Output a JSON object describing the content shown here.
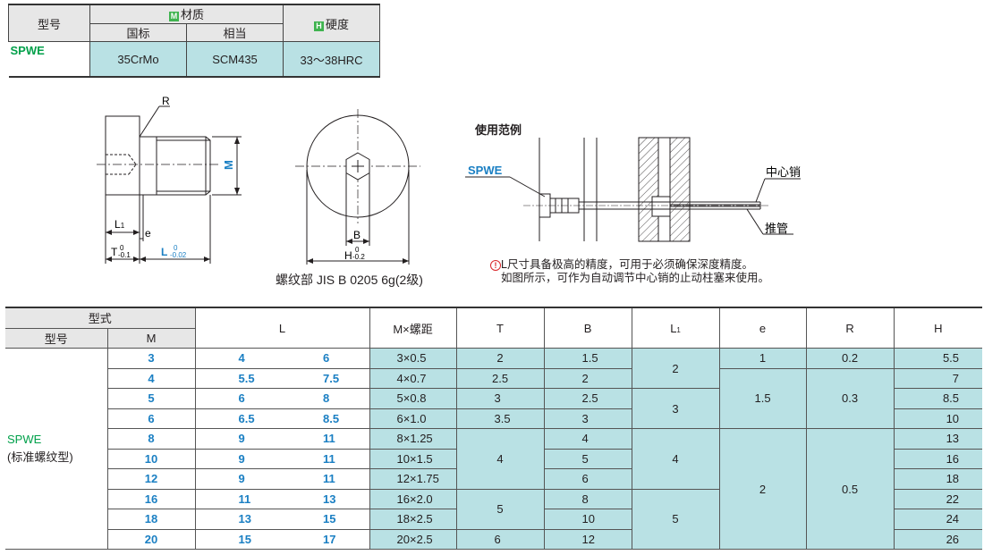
{
  "material_table": {
    "header_model": "型号",
    "material_badge": "M",
    "header_material": "材质",
    "header_gb": "国标",
    "header_equiv": "相当",
    "hardness_badge": "H",
    "header_hardness": "硬度",
    "model": "SPWE",
    "gb_value": "35CrMo",
    "equiv_value": "SCM435",
    "hardness_value": "33～38HRC"
  },
  "drawing": {
    "label_R": "R",
    "label_M": "M",
    "label_L1": "L",
    "label_L1_sub": "1",
    "label_e": "e",
    "label_T": "T",
    "T_tol_upper": "0",
    "T_tol_lower": "-0.1",
    "label_L": "L",
    "L_tol_upper": "0",
    "L_tol_lower": "-0.02",
    "label_B": "B",
    "label_H": "H",
    "H_tol_upper": "0",
    "H_tol_lower": "-0.2",
    "thread_note": "螺纹部 JIS B 0205 6g(2级)"
  },
  "usage": {
    "title": "使用范例",
    "part_label": "SPWE",
    "center_pin": "中心销",
    "push_tube": "推管",
    "note_line1": "L尺寸具备极高的精度，可用于必须确保深度精度。",
    "note_line2": "如图所示，可作为自动调节中心销的止动柱塞来使用。",
    "note_icon": "!"
  },
  "spec_table": {
    "header_type": "型式",
    "header_model": "型号",
    "header_M": "M",
    "header_L": "L",
    "header_pitch": "M×螺距",
    "header_T": "T",
    "header_B": "B",
    "header_L1": "L",
    "header_L1_sub": "1",
    "header_e": "e",
    "header_R": "R",
    "header_H": "H",
    "model_name": "SPWE",
    "model_sub": "(标准螺纹型)",
    "rows": [
      {
        "M": "3",
        "L1": "4",
        "L2": "6",
        "pitch": "3×0.5",
        "B": "1.5",
        "H": "5.5"
      },
      {
        "M": "4",
        "L1": "5.5",
        "L2": "7.5",
        "pitch": "4×0.7",
        "B": "2",
        "H": "7"
      },
      {
        "M": "5",
        "L1": "6",
        "L2": "8",
        "pitch": "5×0.8",
        "B": "2.5",
        "H": "8.5"
      },
      {
        "M": "6",
        "L1": "6.5",
        "L2": "8.5",
        "pitch": "6×1.0",
        "B": "3",
        "H": "10"
      },
      {
        "M": "8",
        "L1": "9",
        "L2": "11",
        "pitch": "8×1.25",
        "B": "4",
        "H": "13"
      },
      {
        "M": "10",
        "L1": "9",
        "L2": "11",
        "pitch": "10×1.5",
        "B": "5",
        "H": "16"
      },
      {
        "M": "12",
        "L1": "9",
        "L2": "11",
        "pitch": "12×1.75",
        "B": "6",
        "H": "18"
      },
      {
        "M": "16",
        "L1": "11",
        "L2": "13",
        "pitch": "16×2.0",
        "B": "8",
        "H": "22"
      },
      {
        "M": "18",
        "L1": "13",
        "L2": "15",
        "pitch": "18×2.5",
        "B": "10",
        "H": "24"
      },
      {
        "M": "20",
        "L1": "15",
        "L2": "17",
        "pitch": "20×2.5",
        "B": "12",
        "H": "26"
      }
    ],
    "T_groups": [
      "2",
      "2.5",
      "3",
      "3.5",
      "4",
      "5",
      "6"
    ],
    "L1_groups": [
      "2",
      "3",
      "4",
      "5"
    ],
    "e_groups": [
      "1",
      "1.5",
      "2"
    ],
    "R_groups": [
      "0.2",
      "0.3",
      "0.5"
    ]
  }
}
